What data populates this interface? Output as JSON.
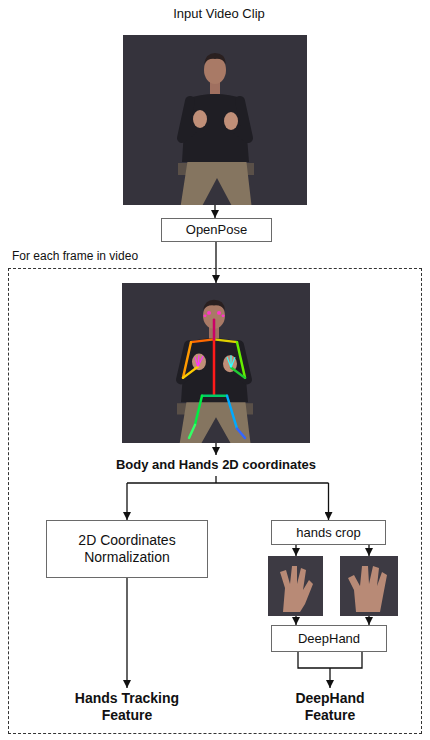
{
  "diagram": {
    "nodes": [
      {
        "text": [
          "OpenPose"
        ]
      },
      {
        "text": [
          "For each frame in video"
        ]
      },
      {
        "text": [
          "2D Coordinates Normalization"
        ],
        "in": 1
      },
      {
        "text": [
          "hands crop"
        ],
        "in": 1
      },
      {
        "text": [
          "DeepHand"
        ],
        "in": 1
      }
    ],
    "labels": [
      "Input Video Clip",
      "Body and Hands 2D coordinates",
      "Hands Tracking Feature",
      "DeepHand Feature"
    ]
  }
}
